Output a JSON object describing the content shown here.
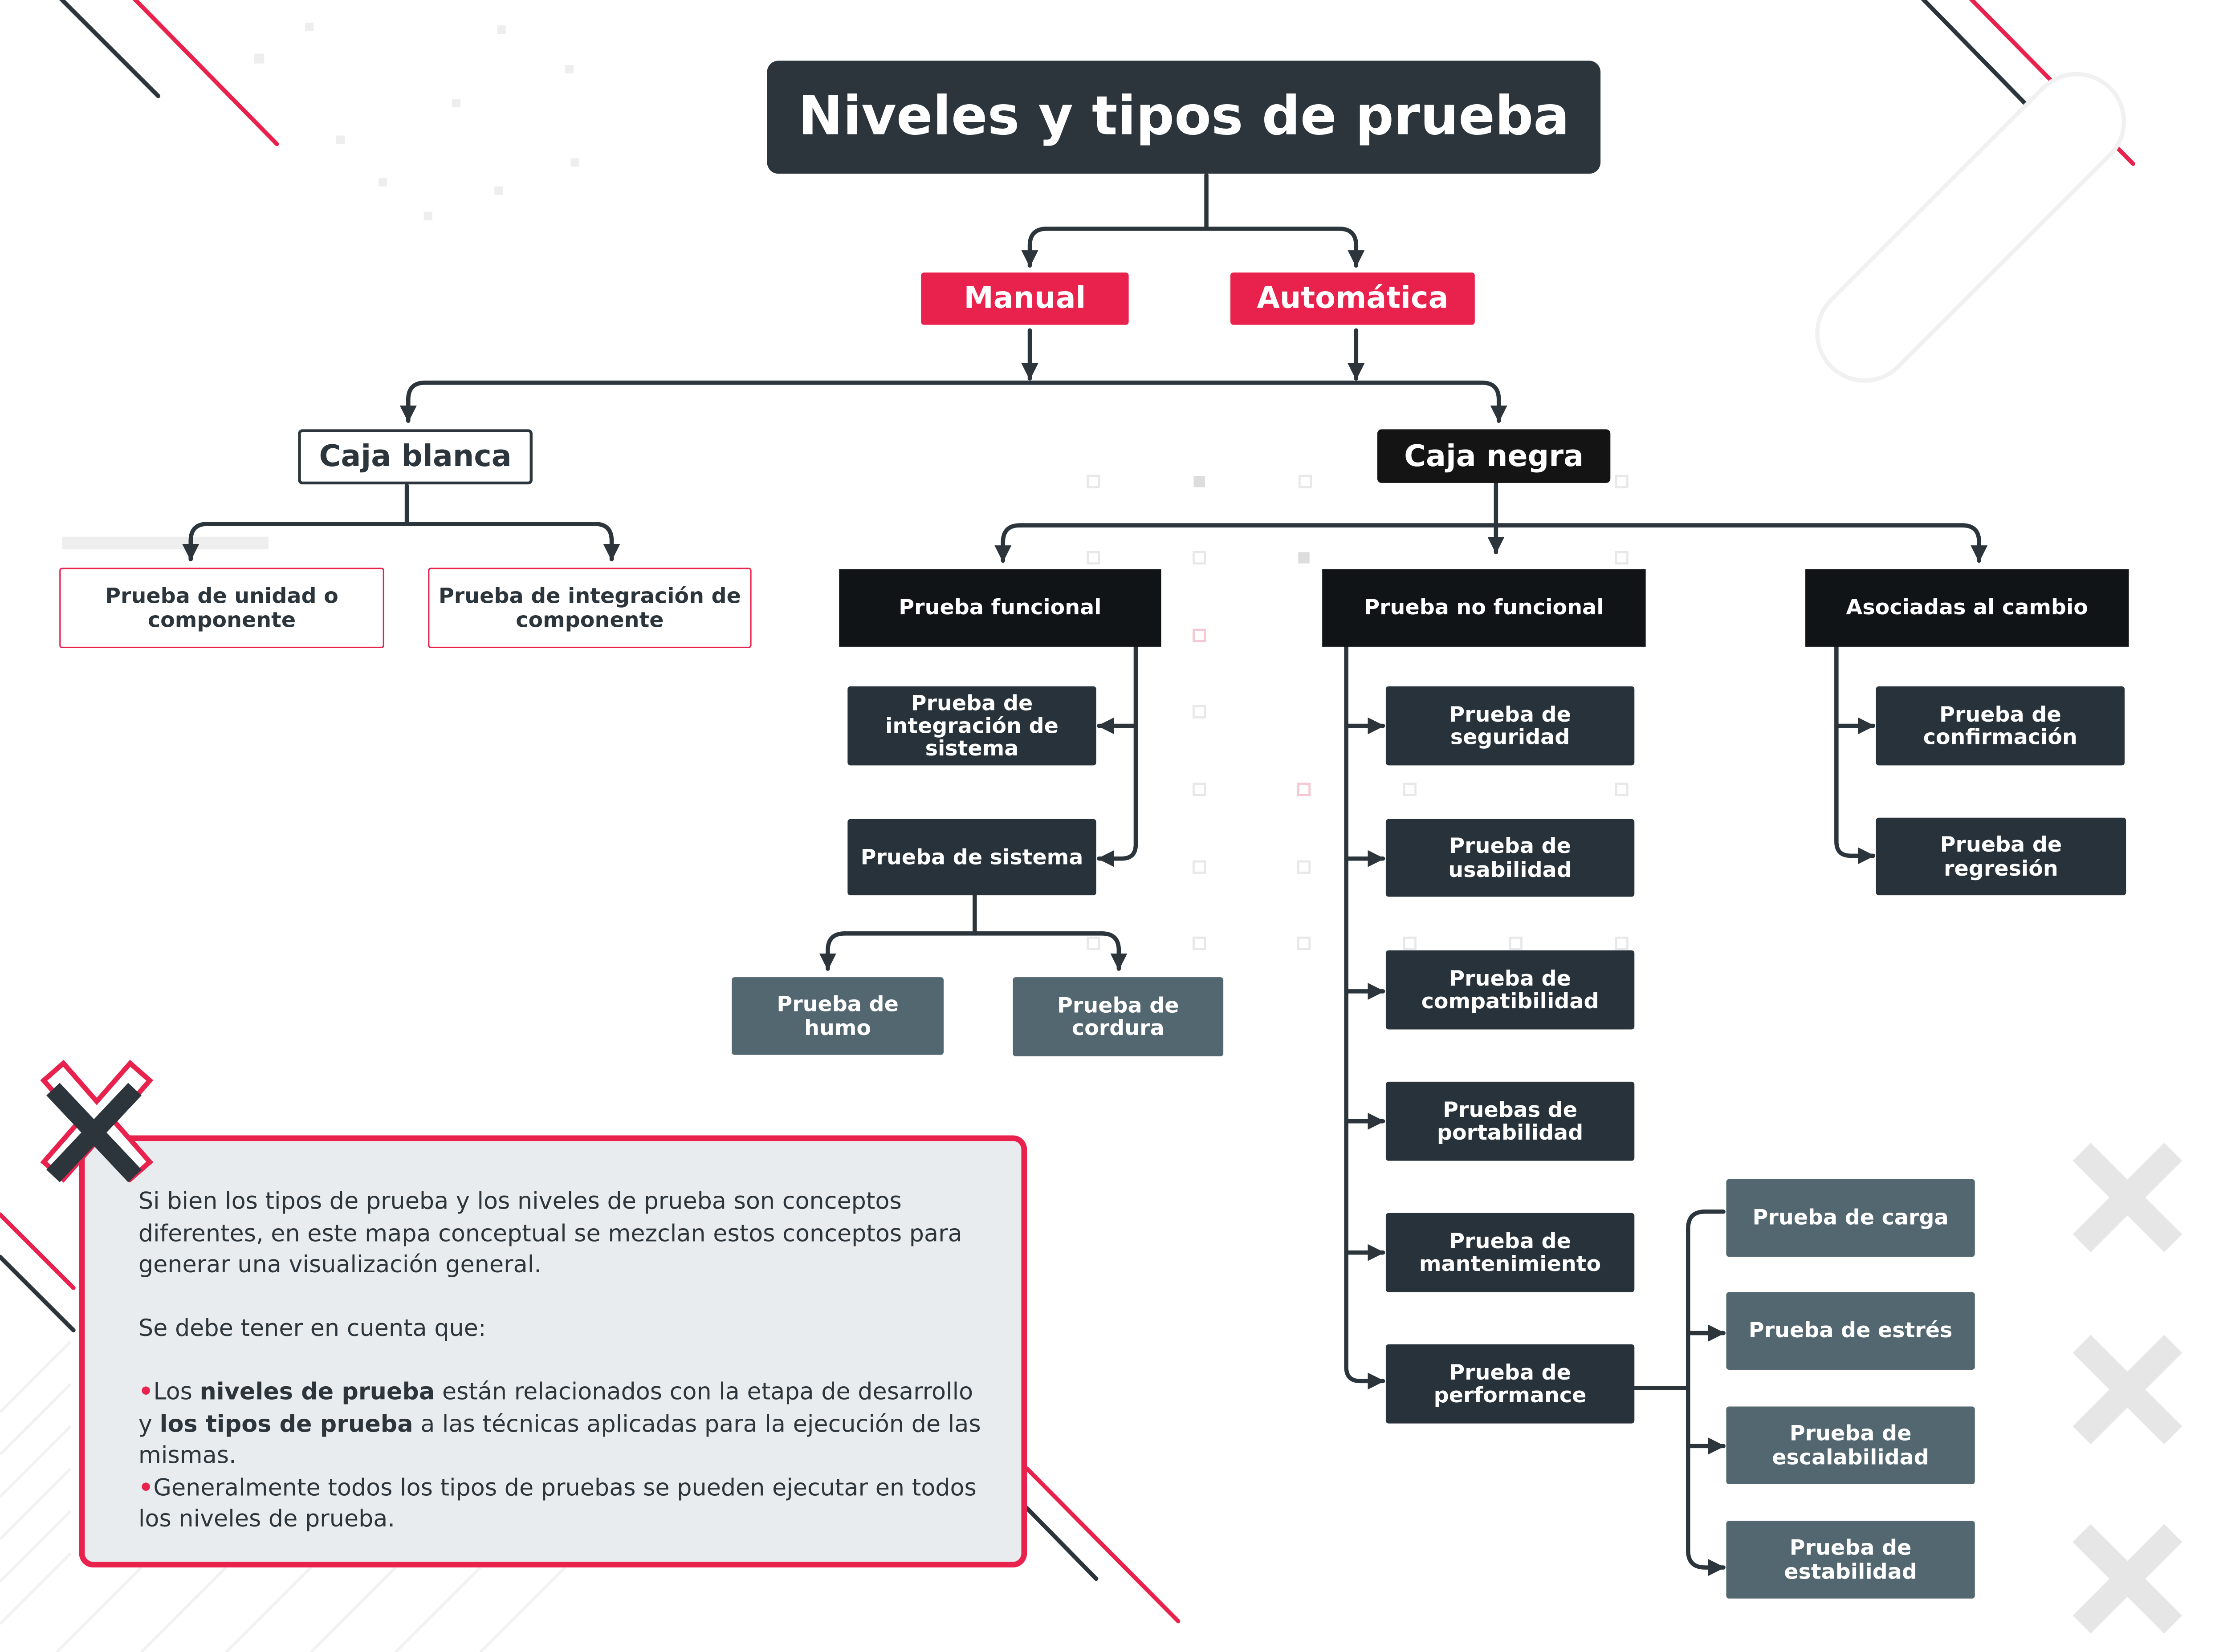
{
  "title": "Niveles y tipos de prueba",
  "modes": {
    "manual": "Manual",
    "automatica": "Automática"
  },
  "caja_blanca": {
    "label": "Caja blanca",
    "items": [
      "Prueba de unidad o componente",
      "Prueba de integración de componente"
    ]
  },
  "caja_negra": {
    "label": "Caja negra",
    "funcional": {
      "label": "Prueba funcional",
      "items": [
        "Prueba de integración de sistema",
        "Prueba de sistema"
      ],
      "sistema_sub": [
        "Prueba de humo",
        "Prueba de cordura"
      ]
    },
    "no_funcional": {
      "label": "Prueba no funcional",
      "items": [
        "Prueba de seguridad",
        "Prueba de usabilidad",
        "Prueba de compatibilidad",
        "Pruebas de portabilidad",
        "Prueba de mantenimiento",
        "Prueba de performance"
      ],
      "performance_sub": [
        "Prueba de carga",
        "Prueba de estrés",
        "Prueba de escalabilidad",
        "Prueba de estabilidad"
      ]
    },
    "cambio": {
      "label": "Asociadas al cambio",
      "items": [
        "Prueba de confirmación",
        "Prueba de regresión"
      ]
    }
  },
  "note": {
    "p1": "Si bien los tipos de prueba y los niveles de prueba son conceptos diferentes, en este mapa conceptual se mezclan estos conceptos para generar una visualización general.",
    "p2": "Se debe tener en cuenta que:",
    "b1_pre": "Los ",
    "b1_bold1": "niveles de prueba",
    "b1_mid": " están relacionados con la etapa de desarrollo y ",
    "b1_bold2": "los tipos de prueba",
    "b1_post": " a las técnicas aplicadas para la ejecución de las mismas.",
    "b2": "Generalmente todos los tipos de pruebas se pueden ejecutar en todos los niveles de prueba."
  },
  "colors": {
    "accent": "#e8224d",
    "dark": "#2b353b",
    "node": "#27323a",
    "gray_node": "#536770",
    "note_bg": "#e9ecee"
  },
  "icons": [
    "x-mark-icon"
  ]
}
